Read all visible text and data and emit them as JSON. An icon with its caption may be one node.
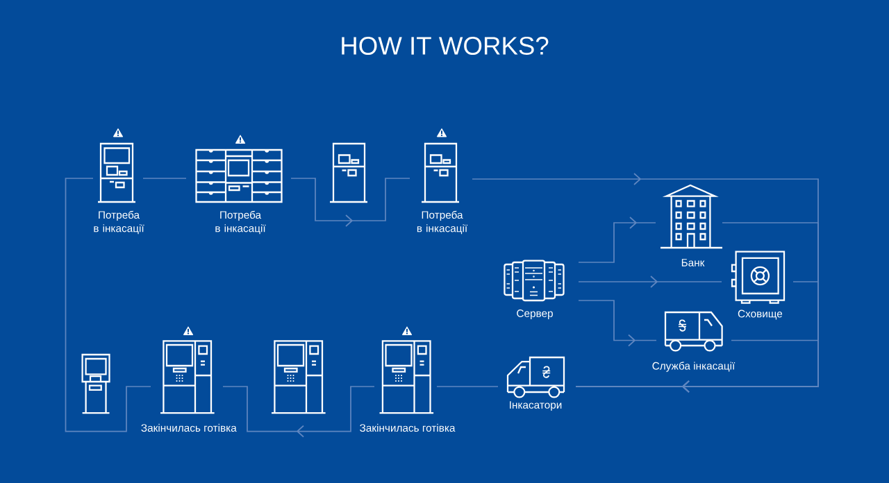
{
  "diagram": {
    "title": "HOW IT WORKS?",
    "nodes": [
      {
        "text": [
          "Потреба в інкасації"
        ]
      },
      {
        "text": [
          "Потреба в інкасації"
        ]
      },
      {
        "text": [],
        "shape": "picture"
      },
      {
        "text": [
          "Потреба в інкасації"
        ]
      },
      {
        "text": [
          "Банк"
        ]
      },
      {
        "text": [
          "Сервер"
        ]
      },
      {
        "text": [
          "Сховище"
        ]
      },
      {
        "text": [
          "Служба інкасації"
        ]
      },
      {
        "text": [],
        "shape": "picture"
      },
      {
        "text": [
          "Закінчилась готівка"
        ]
      },
      {
        "text": [],
        "shape": "picture"
      },
      {
        "text": [
          "Закінчилась готівка"
        ]
      },
      {
        "text": [
          "Інкасатори"
        ]
      }
    ],
    "edges": [
      {
        "from": 0,
        "to": 1,
        "arrow": "none"
      },
      {
        "from": 1,
        "to": 3,
        "arrow": "to"
      },
      {
        "from": 3,
        "to": 12,
        "arrow": "to"
      },
      {
        "from": 4,
        "to": 12,
        "arrow": "to"
      },
      {
        "from": 6,
        "to": 12,
        "arrow": "to"
      },
      {
        "from": 7,
        "to": 12,
        "arrow": "to"
      },
      {
        "from": 5,
        "to": 4,
        "arrow": "to"
      },
      {
        "from": 5,
        "to": 6,
        "arrow": "to"
      },
      {
        "from": 5,
        "to": 7,
        "arrow": "to"
      },
      {
        "from": 12,
        "to": 11,
        "arrow": "none"
      },
      {
        "from": 11,
        "to": 9,
        "arrow": "to"
      },
      {
        "from": 9,
        "to": 0,
        "arrow": "none"
      }
    ]
  }
}
